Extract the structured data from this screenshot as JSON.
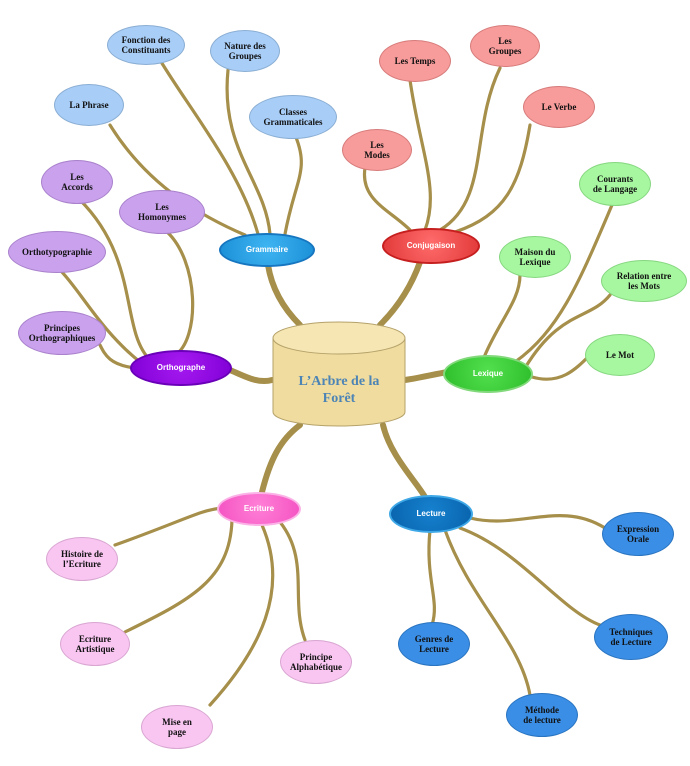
{
  "center": {
    "title_line1": "L’Arbre de la",
    "title_line2": "Forêt"
  },
  "colors": {
    "trunk": "#a68f4a",
    "grammaire": "#a8cdf7",
    "conjugaison": "#f79b9b",
    "lexique": "#a6f7a0",
    "orthographe": "#c9a1ec",
    "ecriture": "#f9c6f2",
    "lecture": "#3a8ee6",
    "cylinder": "#f0dc9e"
  },
  "branches": {
    "grammaire": {
      "label": "Grammaire",
      "children": [
        "La Phrase",
        "Fonction des\nConstituants",
        "Nature des\nGroupes",
        "Classes\nGrammaticales"
      ]
    },
    "conjugaison": {
      "label": "Conjugaison",
      "children": [
        "Les\nModes",
        "Les Temps",
        "Les\nGroupes",
        "Le Verbe"
      ]
    },
    "lexique": {
      "label": "Lexique",
      "children": [
        "Courants\nde Langage",
        "Maison du\nLexique",
        "Relation entre\nles Mots",
        "Le Mot"
      ]
    },
    "orthographe": {
      "label": "Orthographe",
      "children": [
        "Les\nAccords",
        "Les\nHomonymes",
        "Orthotypographie",
        "Principes\nOrthographiques"
      ]
    },
    "ecriture": {
      "label": "Ecriture",
      "children": [
        "Histoire de\nl’Ecriture",
        "Ecriture\nArtistique",
        "Mise en\npage",
        "Principe\nAlphabétique"
      ]
    },
    "lecture": {
      "label": "Lecture",
      "children": [
        "Expression\nOrale",
        "Techniques\nde Lecture",
        "Méthode\nde lecture",
        "Genres de\nLecture"
      ]
    }
  }
}
